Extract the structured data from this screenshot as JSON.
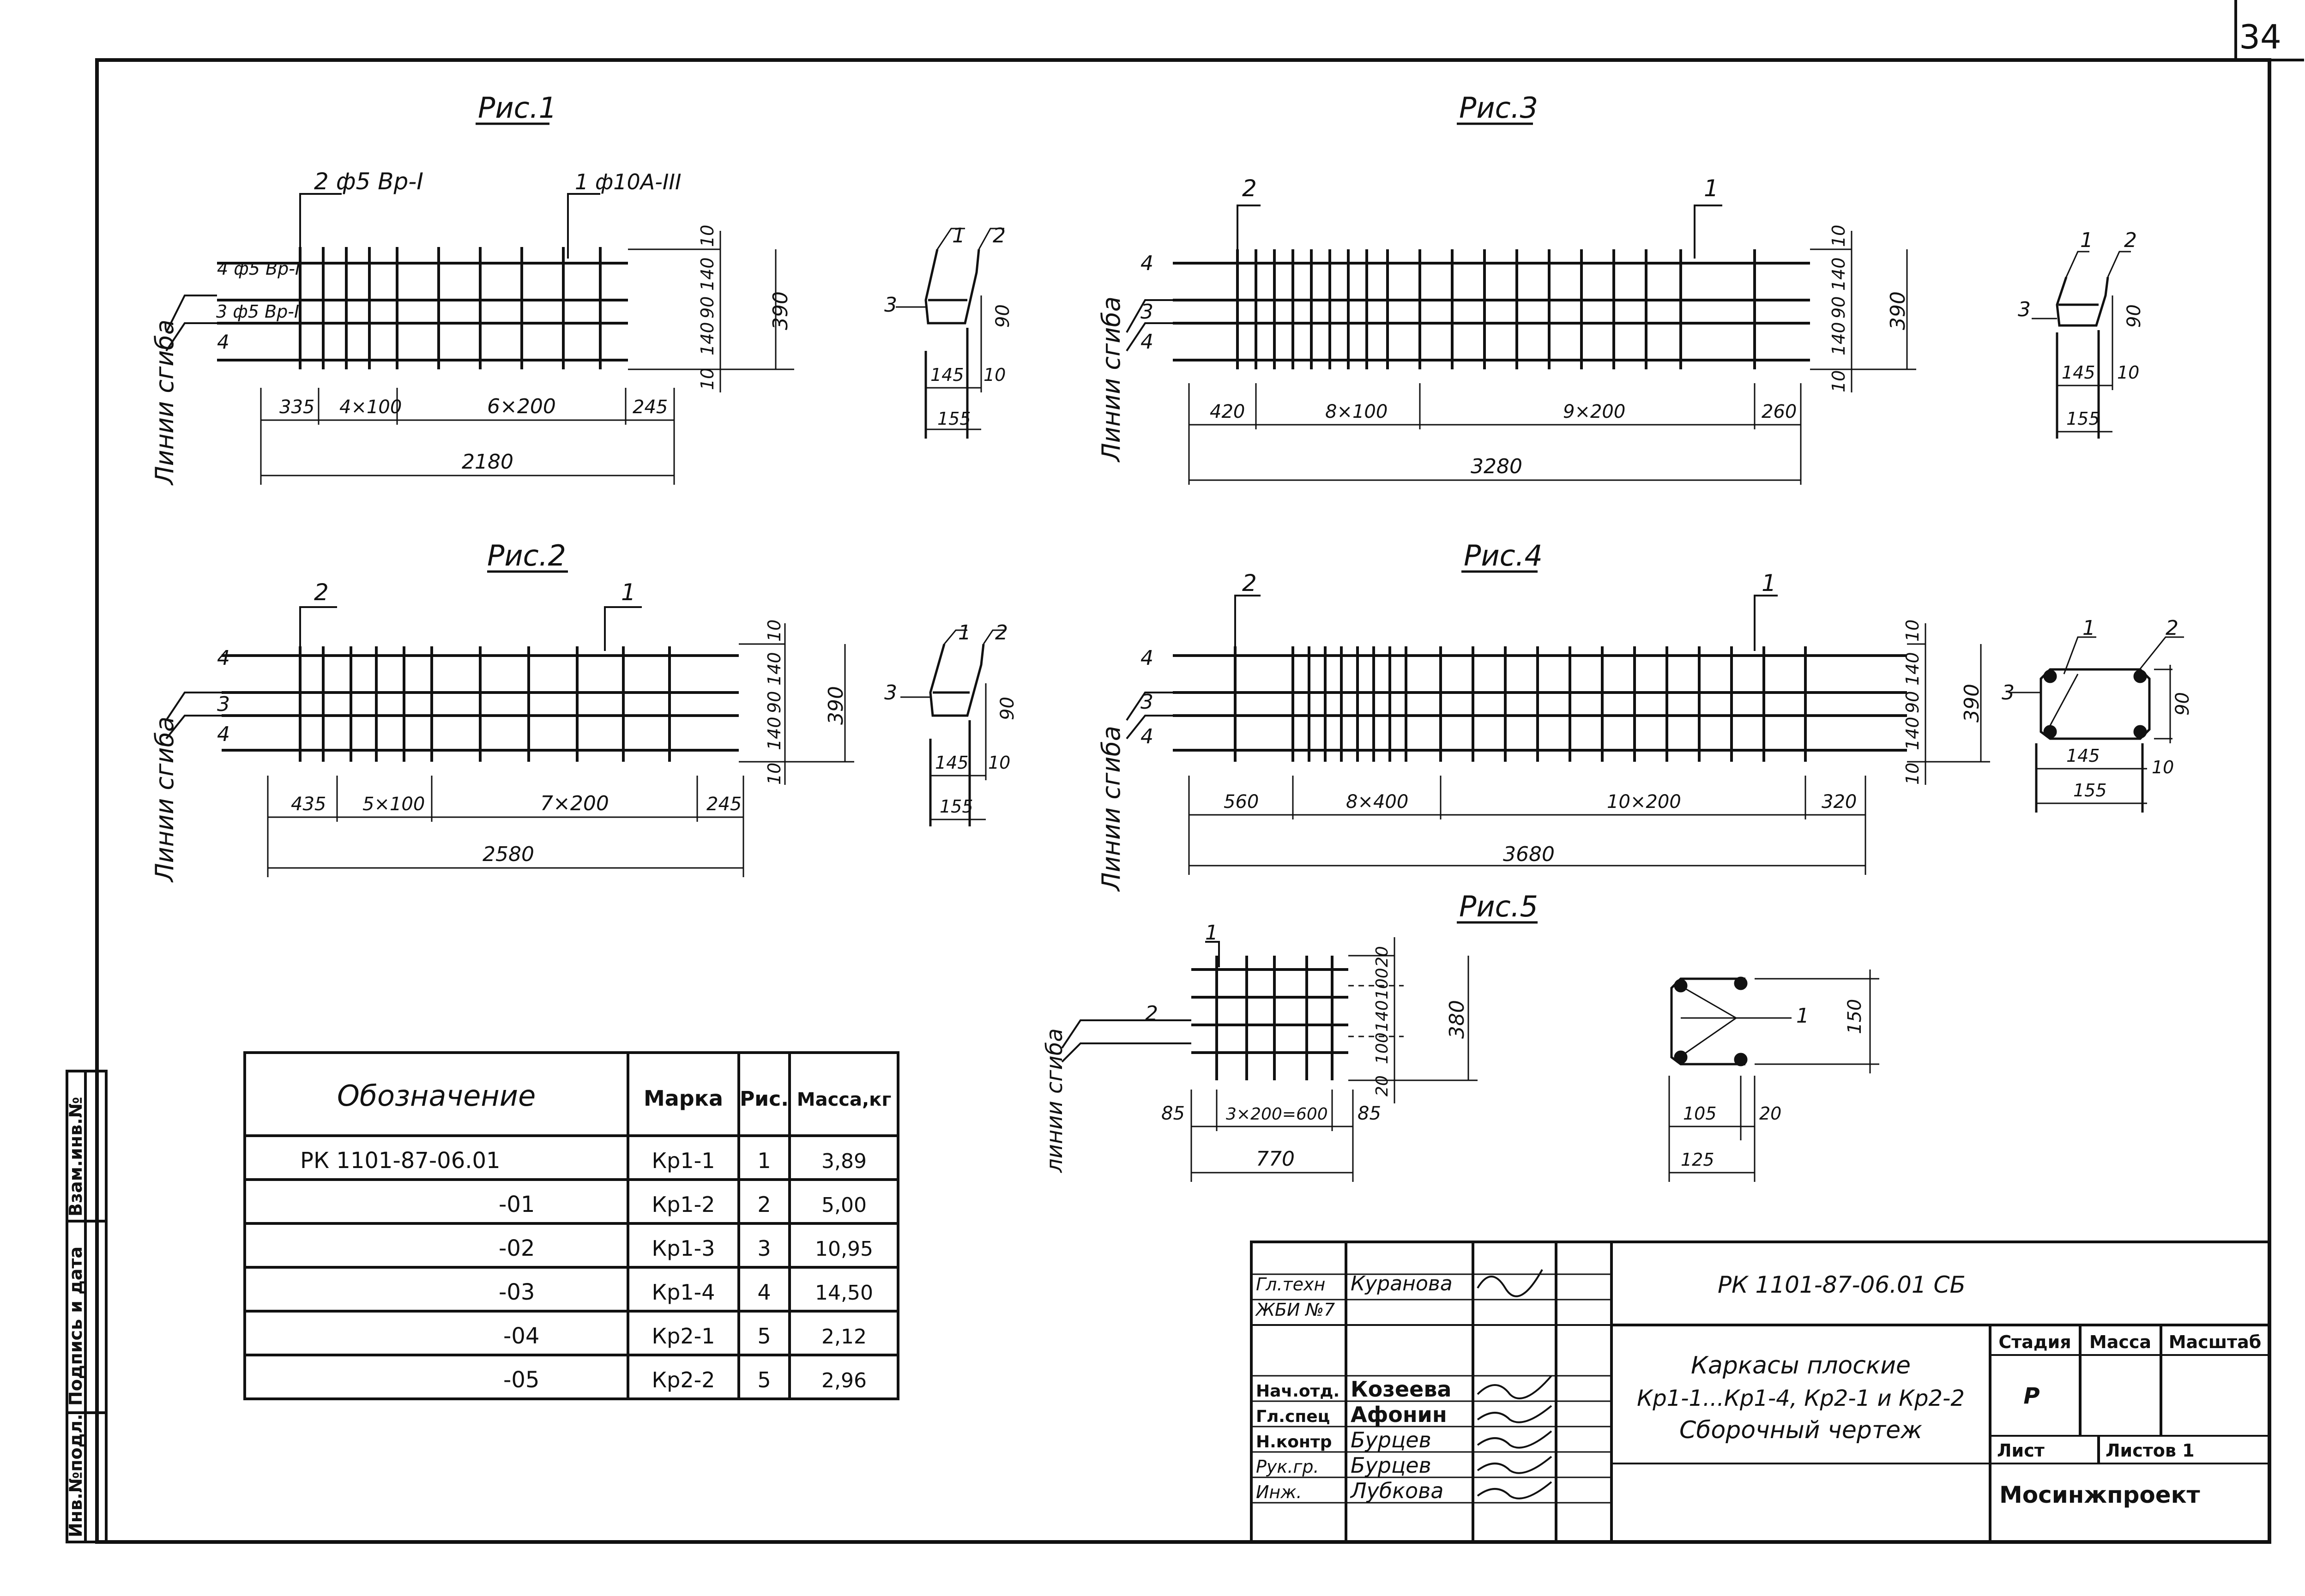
{
  "sheet_number": "34",
  "figures": {
    "fig1": {
      "title": "Рис.1",
      "callouts": {
        "top_left": "2 ф5 Вр-I",
        "top_right": "1 ф10А-III",
        "bar4a": "4 ф5 Вр-I",
        "bar3": "3 ф5 Вр-I",
        "bar4b": "4"
      },
      "bend_label": "Линии сгиба",
      "dims_bottom": [
        "335",
        "4×100",
        "6×200",
        "245"
      ],
      "total": "2180",
      "dims_right": [
        "10",
        "140",
        "90",
        "140",
        "10"
      ],
      "height": "390",
      "section": {
        "marks": [
          "1",
          "2",
          "3"
        ],
        "h": "90",
        "w": "145",
        "w2": "10",
        "total": "155"
      }
    },
    "fig2": {
      "title": "Рис.2",
      "callouts": {
        "top_left": "2",
        "top_right": "1",
        "bar4a": "4",
        "bar3": "3",
        "bar4b": "4"
      },
      "bend_label": "Линии сгиба",
      "dims_bottom": [
        "435",
        "5×100",
        "7×200",
        "245"
      ],
      "total": "2580",
      "dims_right": [
        "10",
        "140",
        "90",
        "140",
        "10"
      ],
      "height": "390",
      "section": {
        "marks": [
          "1",
          "2",
          "3"
        ],
        "h": "90",
        "w": "145",
        "w2": "10",
        "total": "155"
      }
    },
    "fig3": {
      "title": "Рис.3",
      "callouts": {
        "top_left": "2",
        "top_right": "1",
        "bar4a": "4",
        "bar3": "3",
        "bar4b": "4"
      },
      "bend_label": "Линии сгиба",
      "dims_bottom": [
        "420",
        "8×100",
        "9×200",
        "260"
      ],
      "total": "3280",
      "dims_right": [
        "10",
        "140",
        "90",
        "140",
        "10"
      ],
      "height": "390",
      "section": {
        "marks": [
          "1",
          "2",
          "3"
        ],
        "h": "90",
        "w": "145",
        "w2": "10",
        "total": "155"
      }
    },
    "fig4": {
      "title": "Рис.4",
      "callouts": {
        "top_left": "2",
        "top_right": "1",
        "bar4a": "4",
        "bar3": "3",
        "bar4b": "4"
      },
      "bend_label": "Линии сгиба",
      "dims_bottom": [
        "560",
        "8×400",
        "10×200",
        "320"
      ],
      "total": "3680",
      "dims_right": [
        "10",
        "140",
        "90",
        "140",
        "10"
      ],
      "height": "390",
      "section": {
        "marks": [
          "1",
          "2",
          "3"
        ],
        "h": "90",
        "w": "145",
        "w2": "10",
        "total": "155"
      }
    },
    "fig5": {
      "title": "Рис.5",
      "callouts": {
        "mark1": "1",
        "mark2": "2"
      },
      "bend_label": "линии сгиба",
      "dims_bottom": [
        "85",
        "3×200=600",
        "85"
      ],
      "total": "770",
      "dims_right": [
        "20",
        "100",
        "140",
        "100",
        "20"
      ],
      "height": "380",
      "section": {
        "mark": "1",
        "h": "150",
        "w": "105",
        "w2": "20",
        "total": "125"
      }
    }
  },
  "spec_table": {
    "headers": [
      "Обозначение",
      "Марка",
      "Рис.",
      "Масса,кг"
    ],
    "rows": [
      [
        "РК 1101-87-06.01",
        "Кр1-1",
        "1",
        "3,89"
      ],
      [
        "-01",
        "Кр1-2",
        "2",
        "5,00"
      ],
      [
        "-02",
        "Кр1-3",
        "3",
        "10,95"
      ],
      [
        "-03",
        "Кр1-4",
        "4",
        "14,50"
      ],
      [
        "-04",
        "Кр2-1",
        "5",
        "2,12"
      ],
      [
        "-05",
        "Кр2-2",
        "5",
        "2,96"
      ]
    ]
  },
  "left_stamp": [
    "Инв.№подл.",
    "Подпись и дата",
    "Взам.инв.№"
  ],
  "title_block": {
    "doc_code": "РК 1101-87-06.01 СБ",
    "roles": [
      {
        "role": "Гл.техн",
        "name": "Куранова"
      },
      {
        "role": "ЖБИ №7",
        "name": ""
      },
      {
        "role": "",
        "name": ""
      },
      {
        "role": "Нач.отд.",
        "name": "Козеева"
      },
      {
        "role": "Гл.спец",
        "name": "Афонин"
      },
      {
        "role": "Н.контр",
        "name": "Бурцев"
      },
      {
        "role": "Рук.гр.",
        "name": "Бурцев"
      },
      {
        "role": "Инж.",
        "name": "Лубкова"
      }
    ],
    "title_lines": [
      "Каркасы плоские",
      "Кр1-1...Кр1-4, Кр2-1 и Кр2-2",
      "Сборочный чертеж"
    ],
    "stage_header": "Стадия",
    "mass_header": "Масса",
    "scale_header": "Масштаб",
    "stage": "Р",
    "sheet_label": "Лист",
    "sheets_label": "Листов 1",
    "org": "Мосинжпроект"
  }
}
